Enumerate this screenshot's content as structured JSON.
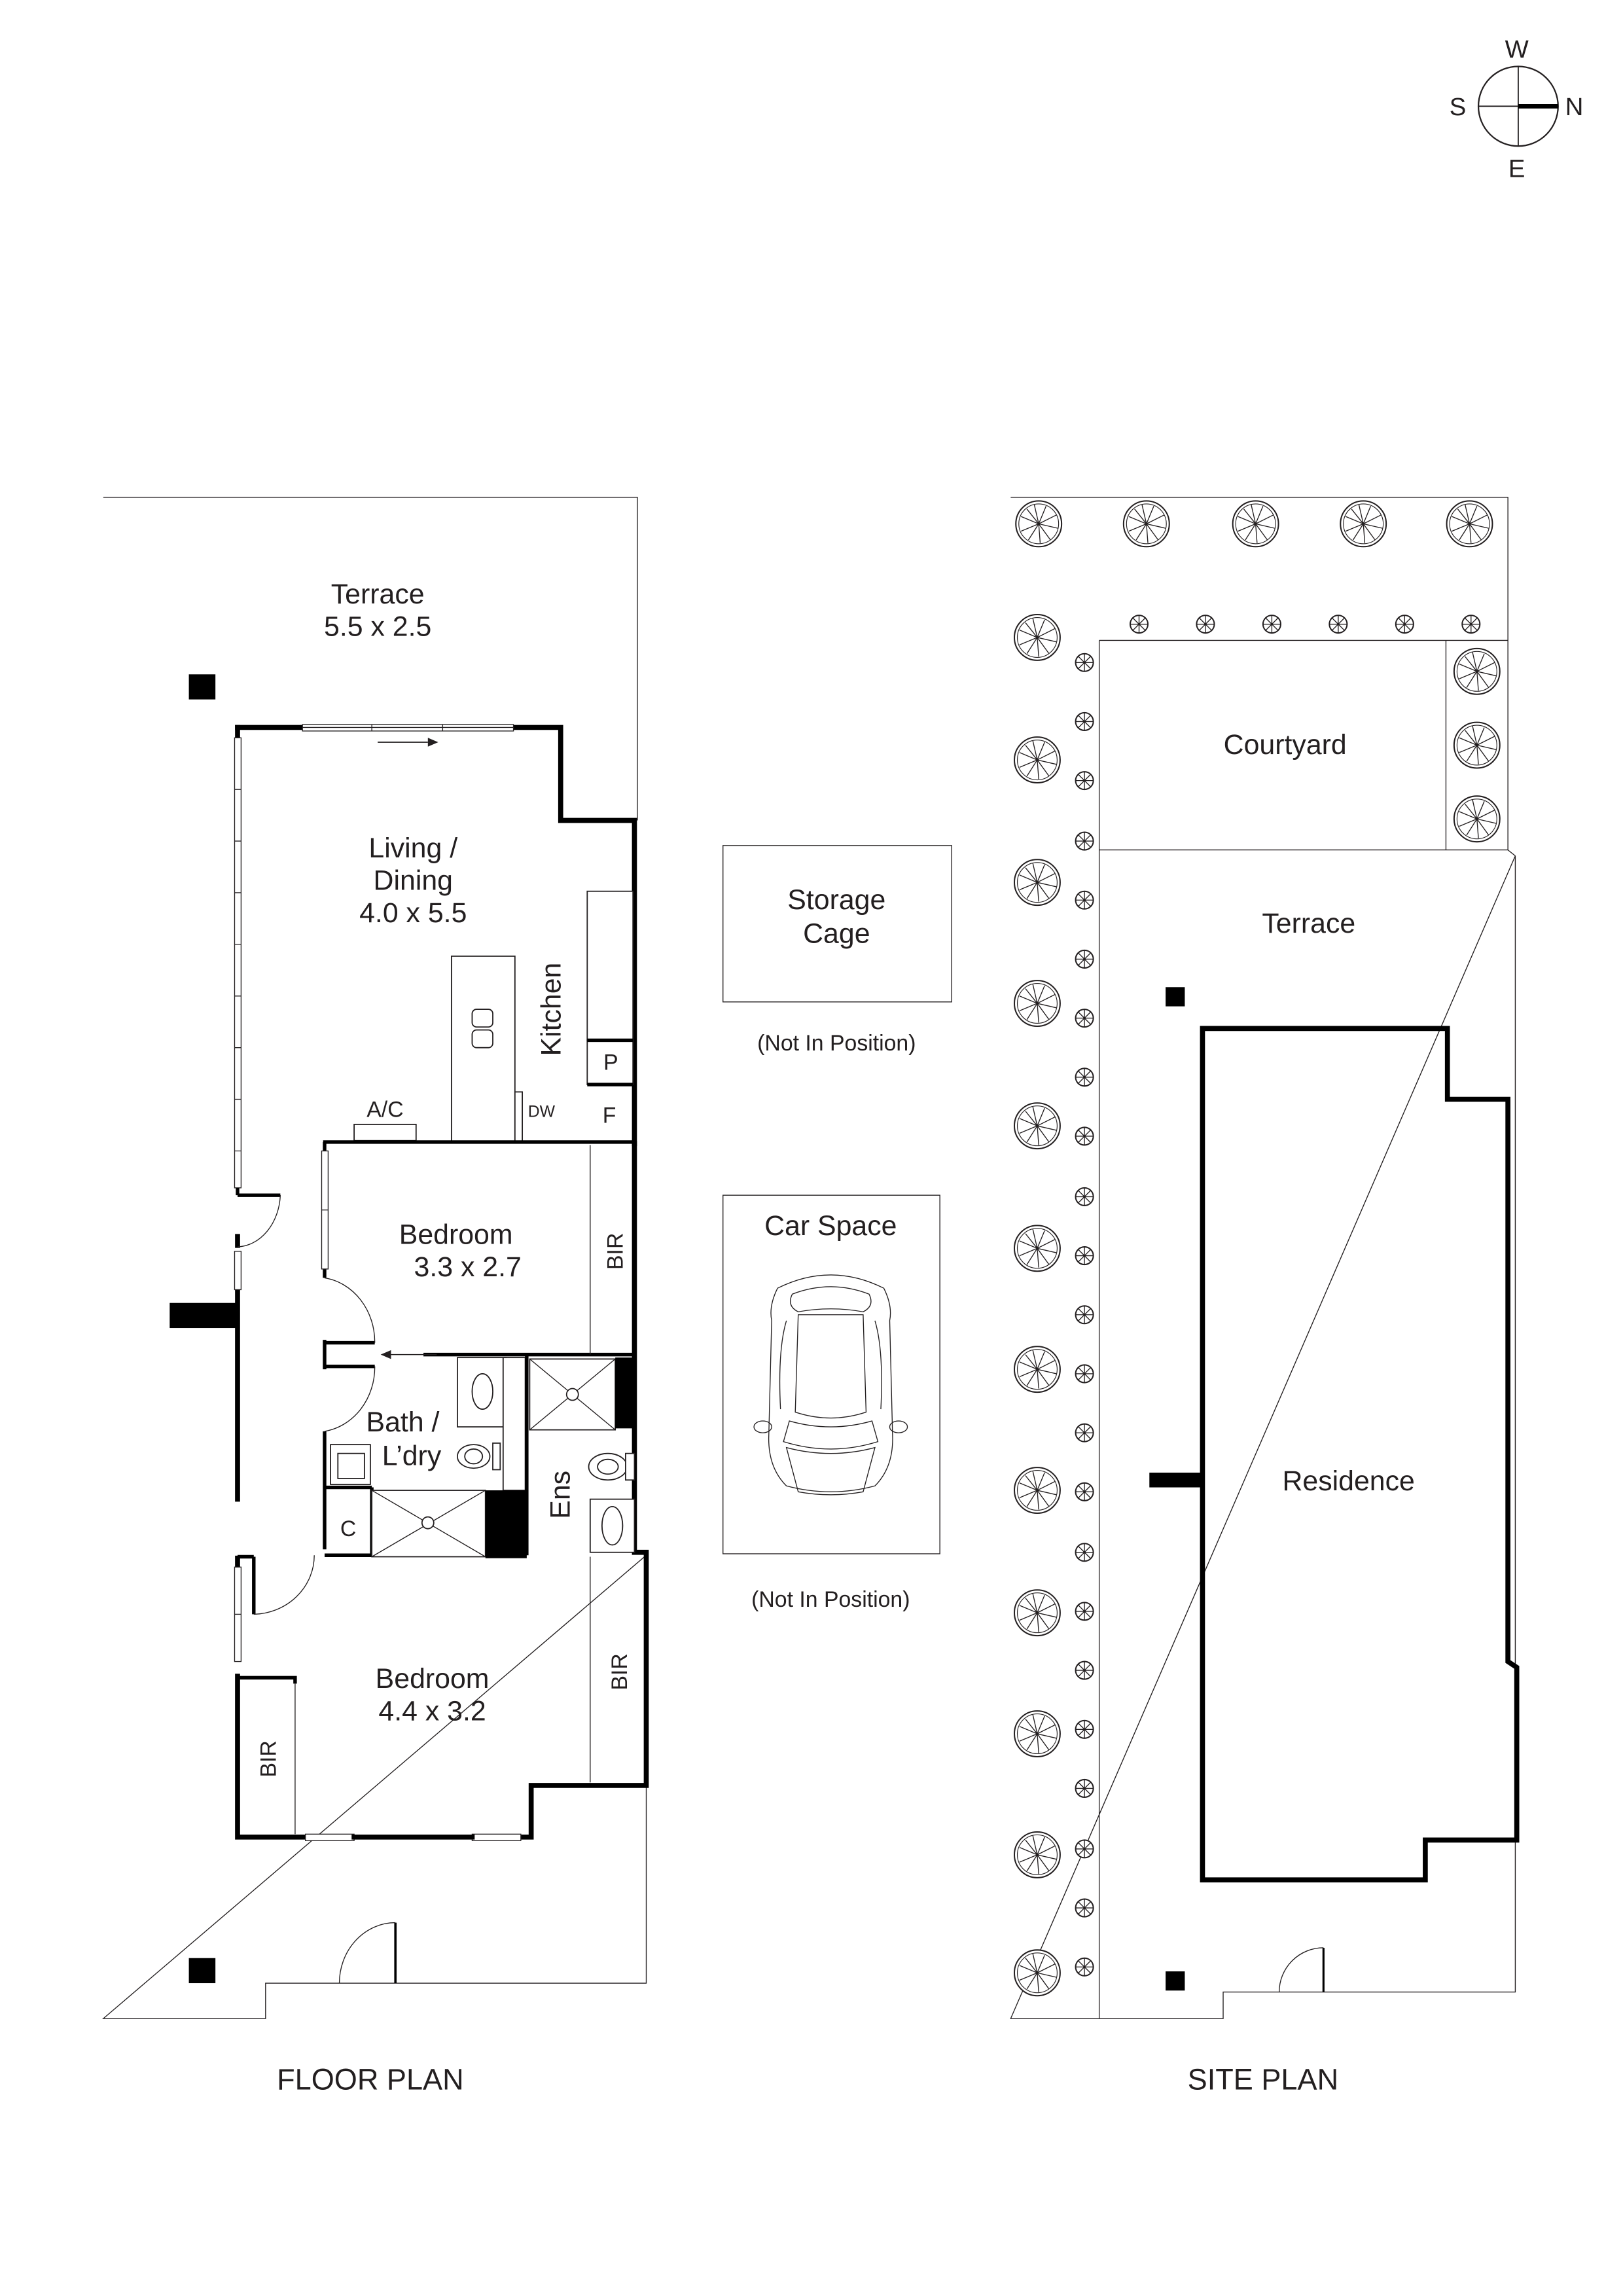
{
  "compass": {
    "north": "N",
    "south": "S",
    "east": "E",
    "west": "W"
  },
  "floor_plan": {
    "caption": "FLOOR PLAN",
    "rooms": {
      "terrace": {
        "name": "Terrace",
        "size": "5.5 x 2.5"
      },
      "living": {
        "name_line1": "Living /",
        "name_line2": "Dining",
        "size": "4.0 x 5.5"
      },
      "kitchen": {
        "name": "Kitchen"
      },
      "pantry": {
        "name": "P"
      },
      "fridge": {
        "name": "F"
      },
      "dishwasher": {
        "name": "DW"
      },
      "ac": {
        "name": "A/C"
      },
      "bedroom2": {
        "name": "Bedroom",
        "size": "3.3 x 2.7"
      },
      "bir1": {
        "name": "BIR"
      },
      "bath": {
        "name_line1": "Bath /",
        "name_line2": "L’dry"
      },
      "cupboard": {
        "name": "C"
      },
      "ensuite": {
        "name": "Ens"
      },
      "bedroom1": {
        "name": "Bedroom",
        "size": "4.4 x 3.2"
      },
      "bir2": {
        "name": "BIR"
      },
      "bir3": {
        "name": "BIR"
      }
    }
  },
  "middle": {
    "storage": {
      "line1": "Storage",
      "line2": "Cage",
      "note": "(Not In Position)"
    },
    "car": {
      "name": "Car Space",
      "note": "(Not In Position)"
    }
  },
  "site_plan": {
    "caption": "SITE PLAN",
    "courtyard": "Courtyard",
    "terrace": "Terrace",
    "residence": "Residence"
  }
}
